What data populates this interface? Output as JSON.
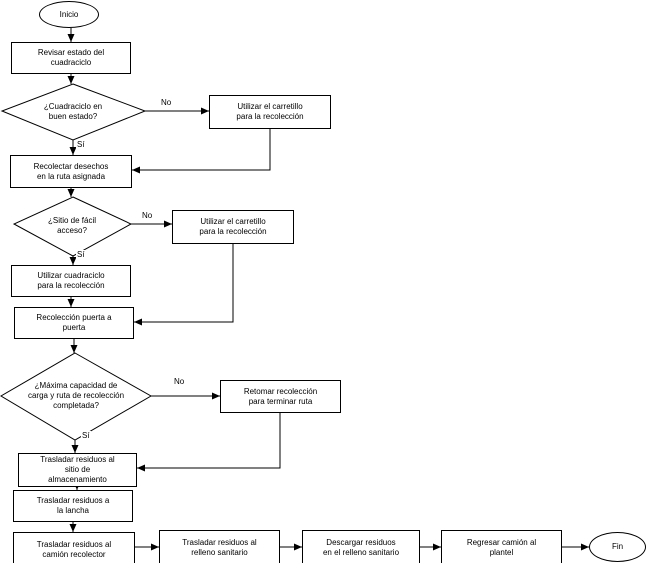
{
  "flowchart": {
    "terminators": {
      "start": "Inicio",
      "end": "Fin"
    },
    "processes": {
      "revisar_estado": "Revisar estado del\ncuadraciclo",
      "carretillo_1": "Utilizar el carretillo\npara la recolección",
      "recolectar_desechos": "Recolectar desechos\nen la ruta asignada",
      "carretillo_2": "Utilizar el carretillo\npara la recolección",
      "cuadraciclo": "Utilizar cuadraciclo\npara la recolección",
      "puerta_a_puerta": "Recolección puerta a\npuerta",
      "retomar_recoleccion": "Retomar recolección\npara terminar ruta",
      "almacenamiento": "Trasladar residuos al\nsitio de\nalmacenamiento",
      "lancha": "Trasladar residuos a\nla lancha",
      "camion_recolector": "Trasladar residuos al\ncamión recolector",
      "relleno_sanitario": "Trasladar residuos al\nrelleno sanitario",
      "descargar_residuos": "Descargar residuos\nen el relleno sanitario",
      "regresar_camion": "Regresar camión al\nplantel"
    },
    "decisions": {
      "buen_estado": "¿Cuadraciclo en\nbuen estado?",
      "facil_acceso": "¿Sitio de fácil\nacceso?",
      "capacidad_completa": "¿Máxima capacidad de\ncarga y ruta de recolección\ncompletada?"
    },
    "branch_labels": {
      "no": "No",
      "si": "Sí"
    },
    "colors": {
      "stroke": "#000000",
      "fill": "#ffffff",
      "text": "#000000"
    }
  }
}
